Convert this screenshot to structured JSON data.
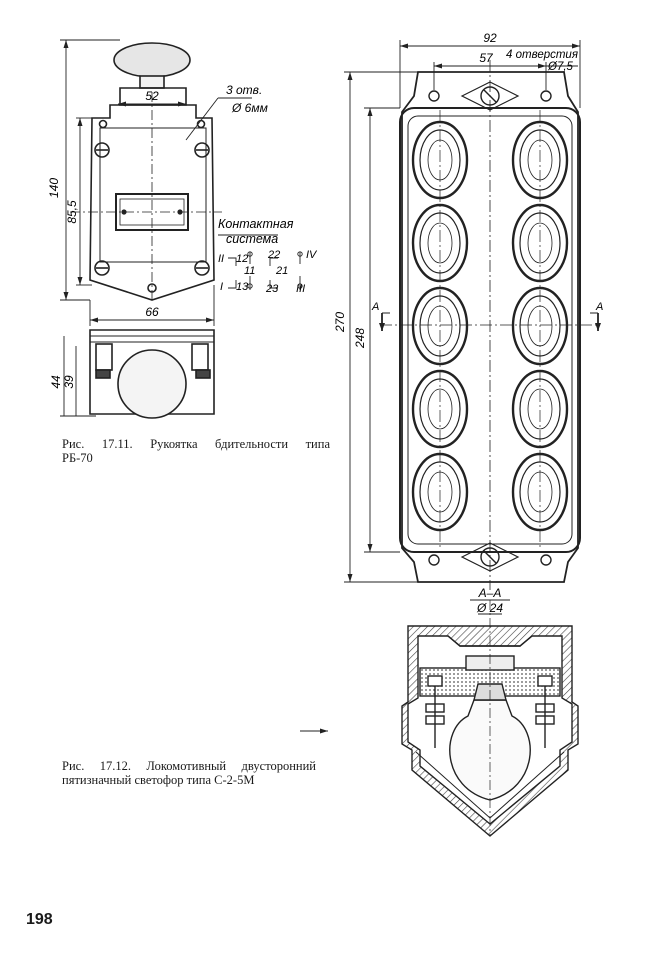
{
  "fig1": {
    "dim_height_total": "140",
    "dim_width_top": "52",
    "dim_holes": "3 отв.",
    "dim_hole_diam": "Ø 6мм",
    "dim_height_body": "85,5",
    "dim_width_bottom": "66",
    "contact_title_1": "Контактная",
    "contact_title_2": "система",
    "contacts": {
      "c12": "12",
      "c22": "22",
      "c11": "11",
      "c21": "21",
      "c13": "13",
      "c23": "23",
      "rII": "II",
      "rIV": "IV",
      "rI": "I",
      "rIII": "III"
    },
    "dim_side_44": "44",
    "dim_side_39": "39",
    "caption_line1": "Рис. 17.11. Рукоятка бдительности типа",
    "caption_line2": "РБ-70"
  },
  "fig2": {
    "dim_width_total": "92",
    "dim_holes_spacing": "57",
    "dim_holes": "4 отверстия",
    "dim_hole_diam": "Ø7,5",
    "dim_height_total": "270",
    "dim_height_inner": "248",
    "section_mark": "A",
    "section_title": "A–A",
    "section_diam": "Ø 24",
    "caption_line1": "Рис. 17.12. Локомотивный двусторонний",
    "caption_line2": "пятизначный светофор типа С-2-5М"
  },
  "page_number": "198"
}
